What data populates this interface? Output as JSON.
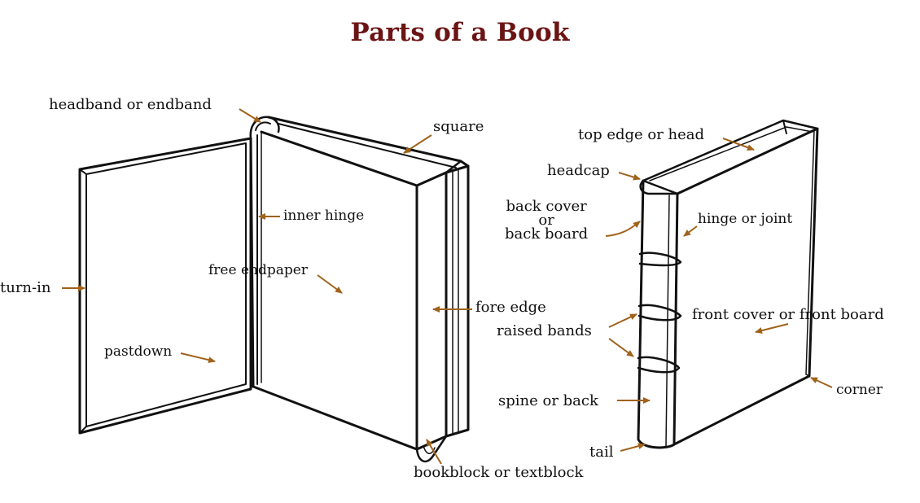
{
  "title": "Parts of a Book",
  "colors": {
    "title": "#6b1414",
    "arrow": "#a0621a",
    "ink": "#111111"
  },
  "labels": {
    "headband": "headband or endband",
    "square": "square",
    "inner_hinge": "inner hinge",
    "turn_in": "turn-in",
    "free_endpaper": "free endpaper",
    "pastdown": "pastdown",
    "fore_edge": "fore edge",
    "bookblock": "bookblock or textblock",
    "top_edge": "top edge or head",
    "headcap": "headcap",
    "back_cover_line1": "back cover",
    "back_cover_line2": "or",
    "back_cover_line3": "back board",
    "hinge_joint": "hinge or joint",
    "raised_bands": "raised bands",
    "front_cover": "front cover or front board",
    "spine": "spine or back",
    "corner": "corner",
    "tail": "tail"
  }
}
